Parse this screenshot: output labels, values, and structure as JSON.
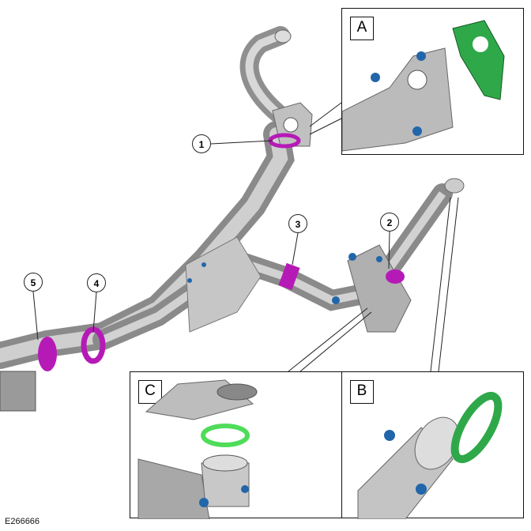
{
  "figure_code": "E266666",
  "callouts": [
    "1",
    "2",
    "3",
    "4",
    "5"
  ],
  "insets": {
    "a": "A",
    "b": "B",
    "c": "C"
  },
  "colors": {
    "pipe": "#b8b8b8",
    "clamp": "#b61ab6",
    "gasket": "#2fa84a",
    "bolt": "#2266aa"
  }
}
